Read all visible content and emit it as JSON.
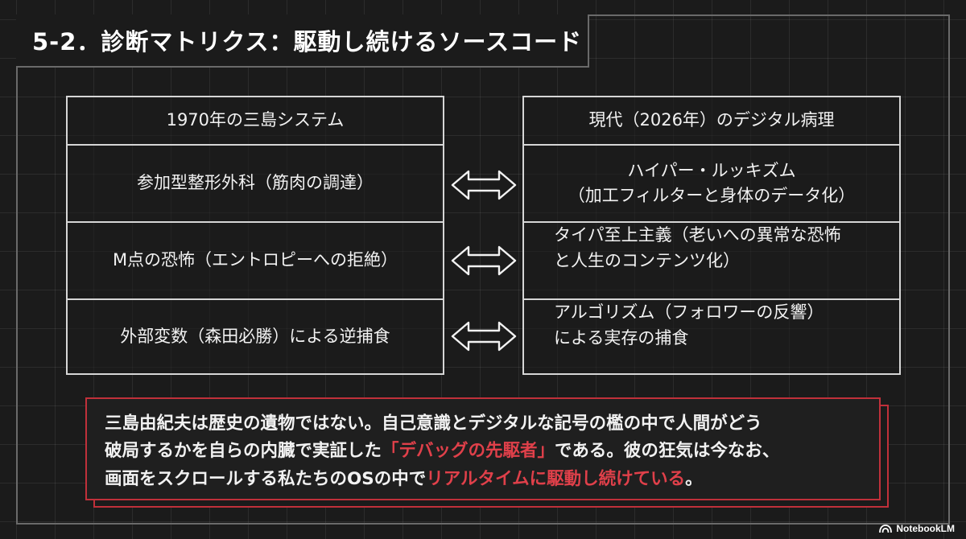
{
  "title": "5-2．診断マトリクス：駆動し続けるソースコード",
  "left_header": "1970年の三島システム",
  "right_header": "現代（2026年）のデジタル病理",
  "rows": [
    {
      "left": "参加型整形外科（筋肉の調達）",
      "right_lines": [
        "ハイパー・ルッキズム",
        "（加工フィルターと身体のデータ化）"
      ]
    },
    {
      "left": "M点の恐怖（エントロピーへの拒絶）",
      "right_lines": [
        "タイパ至上主義（老いへの異常な恐怖",
        "と人生のコンテンツ化）"
      ]
    },
    {
      "left": "外部変数（森田必勝）による逆捕食",
      "right_lines": [
        "アルゴリズム（フォロワーの反響）",
        "による実存の捕食"
      ]
    }
  ],
  "arrow_icon": "double-arrow-icon",
  "quote": {
    "line1": "三島由紀夫は歴史の遺物ではない。自己意識とデジタルな記号の檻の中で人間がどう",
    "line2_pre": "破局するかを自らの内臓で実証した",
    "line2_red": "「デバッグの先駆者」",
    "line2_post": "である。彼の狂気は今なお、",
    "line3_pre": "画面をスクロールする私たちのOSの中で",
    "line3_red": "リアルタイムに駆動し続けている",
    "line3_post": "。"
  },
  "brand": "NotebookLM",
  "colors": {
    "accent_red": "#e0404a",
    "border_red": "#c0303a",
    "background": "#1b1b1b"
  }
}
